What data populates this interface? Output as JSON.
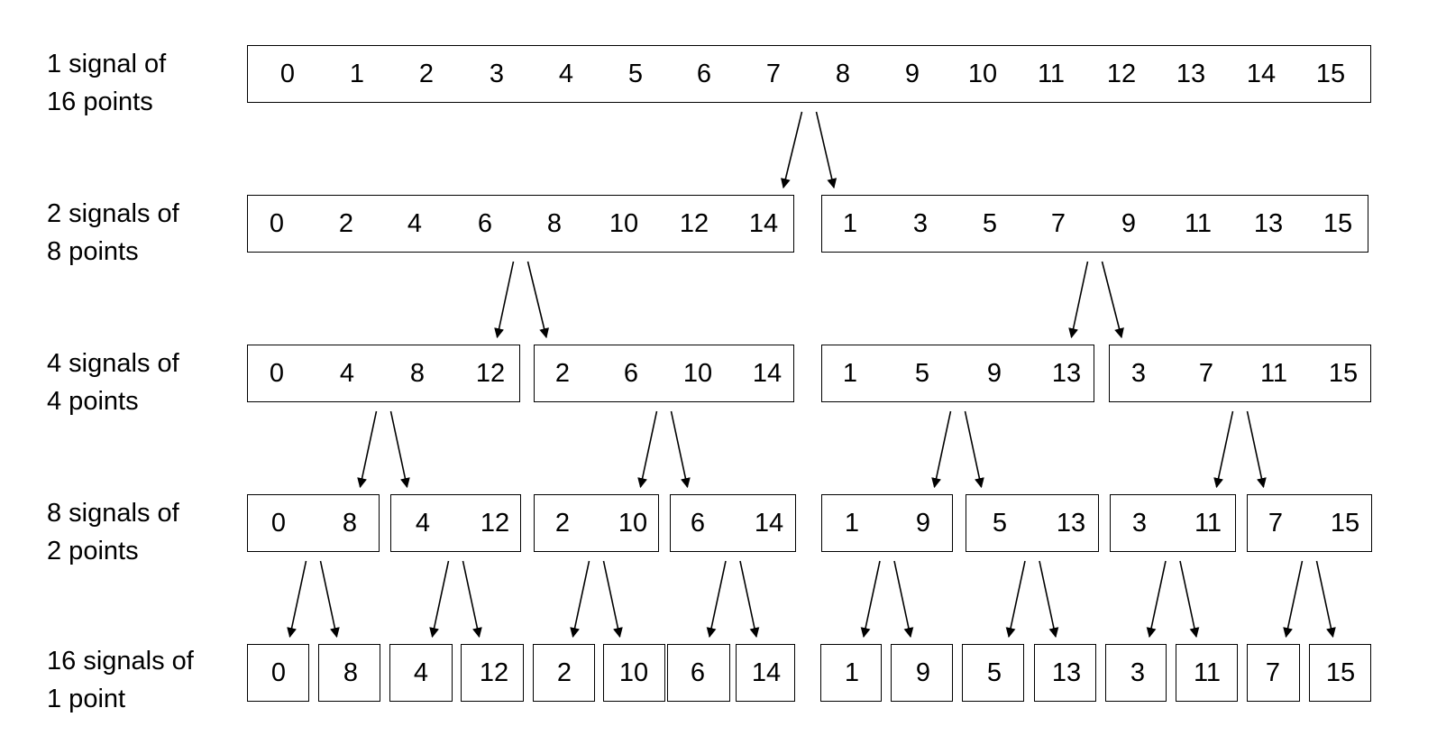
{
  "levels": [
    {
      "label": "1 signal of\n16 points",
      "groups": [
        [
          0,
          1,
          2,
          3,
          4,
          5,
          6,
          7,
          8,
          9,
          10,
          11,
          12,
          13,
          14,
          15
        ]
      ]
    },
    {
      "label": "2 signals of\n8 points",
      "groups": [
        [
          0,
          2,
          4,
          6,
          8,
          10,
          12,
          14
        ],
        [
          1,
          3,
          5,
          7,
          9,
          11,
          13,
          15
        ]
      ]
    },
    {
      "label": "4 signals of\n4 points",
      "groups": [
        [
          0,
          4,
          8,
          12
        ],
        [
          2,
          6,
          10,
          14
        ],
        [
          1,
          5,
          9,
          13
        ],
        [
          3,
          7,
          11,
          15
        ]
      ]
    },
    {
      "label": "8 signals of\n2 points",
      "groups": [
        [
          0,
          8
        ],
        [
          4,
          12
        ],
        [
          2,
          10
        ],
        [
          6,
          14
        ],
        [
          1,
          9
        ],
        [
          5,
          13
        ],
        [
          3,
          11
        ],
        [
          7,
          15
        ]
      ]
    },
    {
      "label": "16 signals of\n1 point",
      "groups": [
        [
          0
        ],
        [
          8
        ],
        [
          4
        ],
        [
          12
        ],
        [
          2
        ],
        [
          10
        ],
        [
          6
        ],
        [
          14
        ],
        [
          1
        ],
        [
          9
        ],
        [
          5
        ],
        [
          13
        ],
        [
          3
        ],
        [
          11
        ],
        [
          7
        ],
        [
          15
        ]
      ]
    }
  ]
}
